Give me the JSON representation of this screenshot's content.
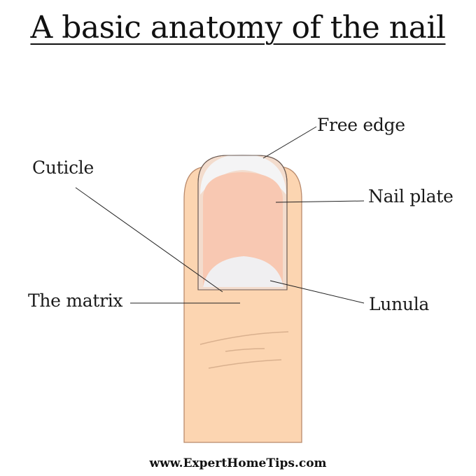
{
  "title": "A basic anatomy of the nail",
  "labels": {
    "free_edge": "Free edge",
    "cuticle": "Cuticle",
    "nail_plate": "Nail plate",
    "matrix": "The matrix",
    "lunula": "Lunula"
  },
  "footer": "www.ExpertHomeTips.com",
  "colors": {
    "skin": "#fcd5b1",
    "skin_outline": "#b98a6c",
    "nail_plate": "#f8c8b2",
    "lunula": "#f0eff1",
    "free_edge": "#f4f4f5",
    "leader_line": "#222222",
    "crease": "#d9b08e"
  }
}
